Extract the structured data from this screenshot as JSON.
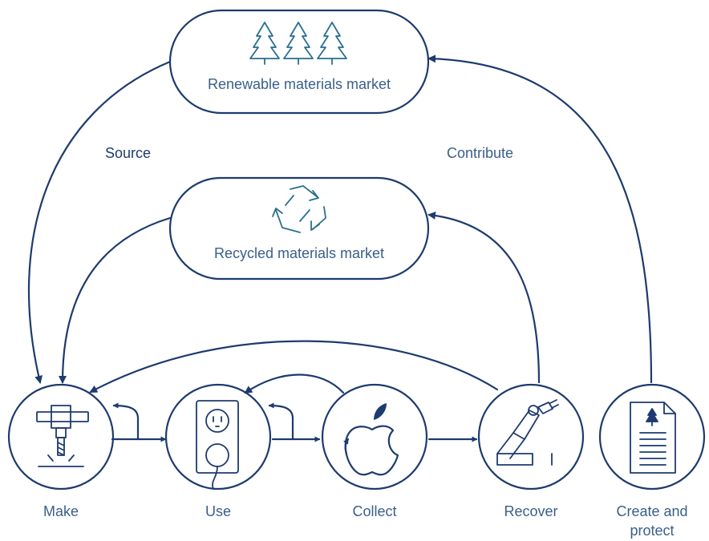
{
  "colors": {
    "navy": "#1d3b6e",
    "text": "#3a5f8a",
    "teal": "#2a6f8f",
    "background": "#ffffff"
  },
  "markets": {
    "renewable": {
      "label": "Renewable materials market",
      "icon": "tree-icon"
    },
    "recycled": {
      "label": "Recycled materials market",
      "icon": "recycle-icon"
    }
  },
  "flows": {
    "source": "Source",
    "contribute": "Contribute"
  },
  "stages": {
    "make": {
      "label": "Make",
      "icon": "drill-icon"
    },
    "use": {
      "label": "Use",
      "icon": "power-outlet-icon"
    },
    "collect": {
      "label": "Collect",
      "icon": "apple-logo-icon"
    },
    "recover": {
      "label": "Recover",
      "icon": "robot-arm-icon"
    },
    "create_protect": {
      "label_line1": "Create and",
      "label_line2": "protect",
      "icon": "document-icon"
    }
  }
}
